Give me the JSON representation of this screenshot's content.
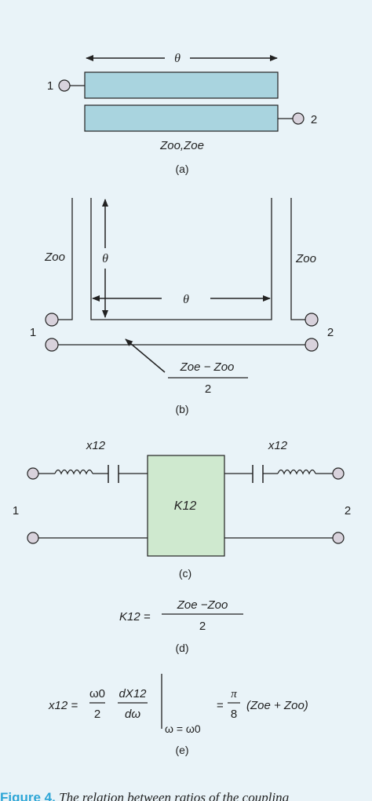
{
  "panel_a": {
    "angle": "θ",
    "port1": "1",
    "port2": "2",
    "impedance": "Zoo,Zoe",
    "label": "(a)"
  },
  "panel_b": {
    "left_impedance": "Zoo",
    "right_impedance": "Zoo",
    "angle_vertical": "θ",
    "angle_horizontal": "θ",
    "port1": "1",
    "port2": "2",
    "line_impedance_num": "Zoe − Zoo",
    "line_impedance_den": "2",
    "label": "(b)"
  },
  "panel_c": {
    "left_reactance": "x12",
    "right_reactance": "x12",
    "inverter": "K12",
    "port1": "1",
    "port2": "2",
    "label": "(c)"
  },
  "panel_d": {
    "lhs": "K12 =",
    "numerator": "Zoe −Zoo",
    "denominator": "2",
    "label": "(d)"
  },
  "panel_e": {
    "lhs": "x12 =",
    "frac1_num": "ω0",
    "frac1_den": "2",
    "frac2_num": "dX12",
    "frac2_den": "dω",
    "eval_at": "ω = ω0",
    "rhs_num": "π",
    "rhs_den": "8",
    "rhs_expr": "(Zoe + Zoo)",
    "label": "(e)"
  },
  "caption": {
    "label": "Figure 4.",
    "text": "The relation between ratios of the coupling"
  },
  "colors": {
    "background": "#e9f3f8",
    "line_fill": "#a9d4df",
    "inverter_fill": "#cfe9cf",
    "port_fill": "#d8d2dc",
    "caption_accent": "#2ea6d6"
  }
}
